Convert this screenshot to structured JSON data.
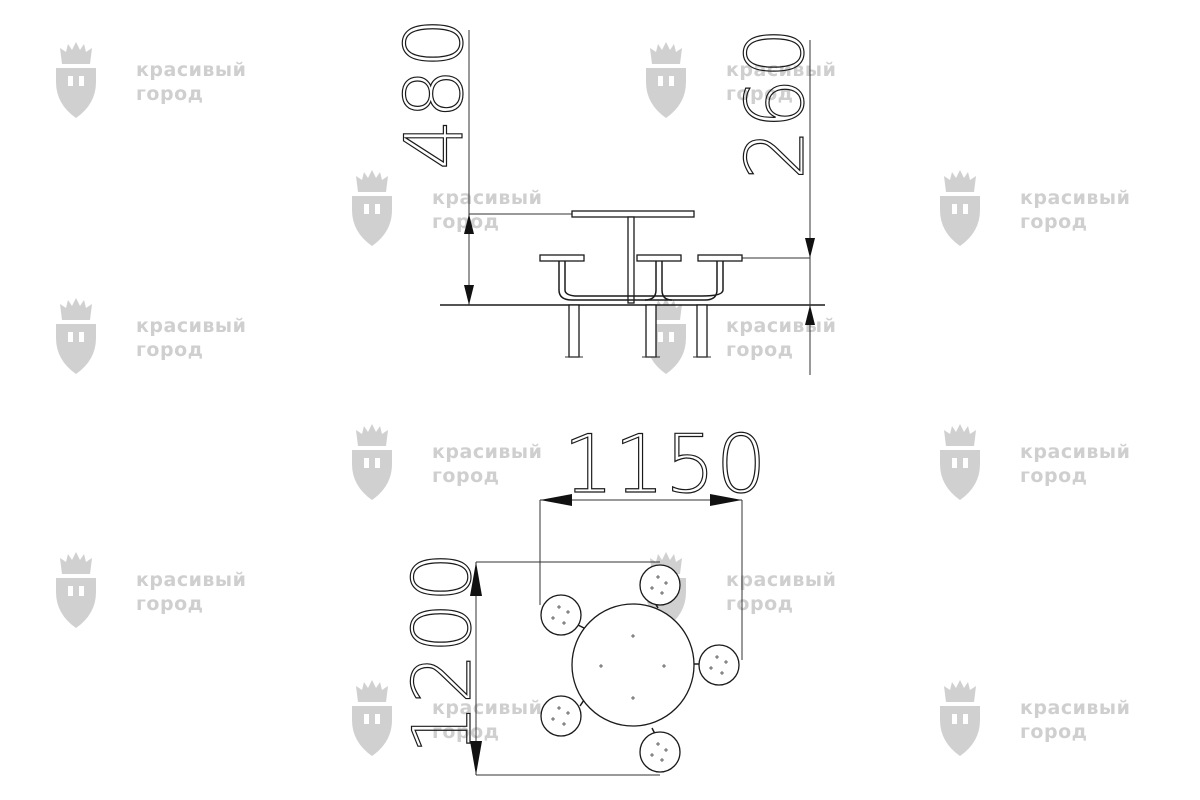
{
  "watermark": {
    "line1": "красивый",
    "line2": "город",
    "color": "#cfcfcf"
  },
  "dimensions": {
    "total_height": "480",
    "seat_height": "260",
    "width": "1150",
    "depth": "1200"
  },
  "colors": {
    "line": "#1a1a1a",
    "background": "#ffffff"
  }
}
